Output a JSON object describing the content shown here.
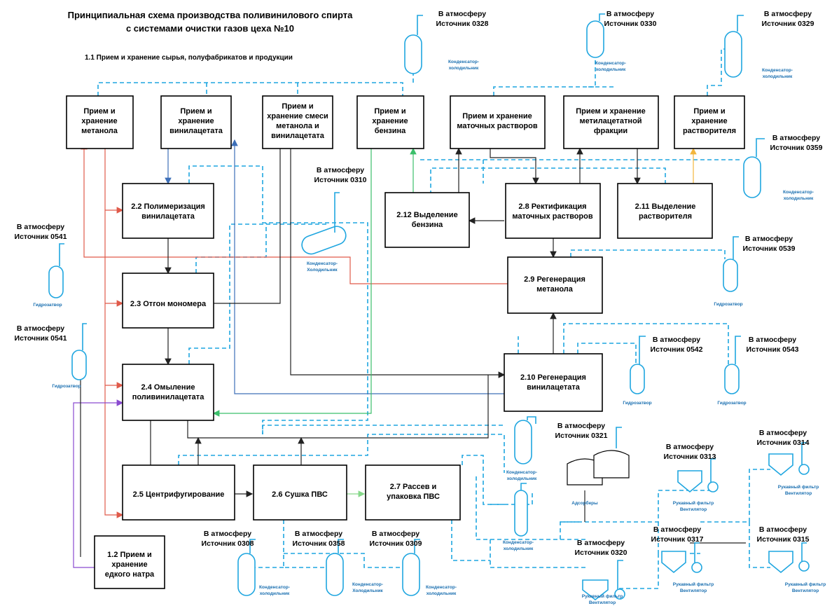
{
  "title": {
    "line1": "Принципиальная схема производства поливинилового спирта",
    "line2": "с системами очистки газов цеха №10"
  },
  "subtitle": "1.1 Прием и хранение сырья, полуфабрикатов и продукции",
  "boxes": {
    "methanol": [
      "Прием и",
      "хранение",
      "метанола"
    ],
    "vinylacetate": [
      "Прием и",
      "хранение",
      "винилацетата"
    ],
    "mixture": [
      "Прием и",
      "хранение смеси",
      "метанола и",
      "винилацетата"
    ],
    "benzine": [
      "Прием и",
      "хранение",
      "бензина"
    ],
    "mother": [
      "Прием и хранение",
      "маточных растворов"
    ],
    "methylacetate": [
      "Прием и хранение",
      "метилацетатной",
      "фракции"
    ],
    "solvent": [
      "Прием и",
      "хранение",
      "растворителя"
    ],
    "b22": [
      "2.2 Полимеризация",
      "винилацетата"
    ],
    "b23": [
      "2.3 Отгон мономера"
    ],
    "b24": [
      "2.4 Омыление",
      "поливинилацетата"
    ],
    "b25": [
      "2.5 Центрифугирование"
    ],
    "b26": [
      "2.6 Сушка ПВС"
    ],
    "b27": [
      "2.7 Рассев и",
      "упаковка ПВС"
    ],
    "b12": [
      "1.2 Прием и",
      "хранение",
      "едкого натра"
    ],
    "b212": [
      "2.12 Выделение",
      "бензина"
    ],
    "b28": [
      "2.8 Ректификация",
      "маточных растворов"
    ],
    "b211": [
      "2.11 Выделение",
      "растворителя"
    ],
    "b29": [
      "2.9 Регенерация",
      "метанола"
    ],
    "b210": [
      "2.10 Регенерация",
      "винилацетата"
    ]
  },
  "sources": {
    "s0328": [
      "В атмосферу",
      "Источник 0328"
    ],
    "s0330": [
      "В атмосферу",
      "Источник 0330"
    ],
    "s0329": [
      "В атмосферу",
      "Источник 0329"
    ],
    "s0359": [
      "В атмосферу",
      "Источник 0359"
    ],
    "s0310": [
      "В атмосферу",
      "Источник 0310"
    ],
    "s0541a": [
      "В атмосферу",
      "Источник 0541"
    ],
    "s0541b": [
      "В атмосферу",
      "Источник 0541"
    ],
    "s0539": [
      "В атмосферу",
      "Источник 0539"
    ],
    "s0542": [
      "В атмосферу",
      "Источник 0542"
    ],
    "s0543": [
      "В атмосферу",
      "Источник 0543"
    ],
    "s0321": [
      "В атмосферу",
      "Источник 0321"
    ],
    "s0313": [
      "В атмосферу",
      "Источник 0313"
    ],
    "s0314": [
      "В атмосферу",
      "Источник 0314"
    ],
    "s0308": [
      "В атмосферу",
      "Источник 0308"
    ],
    "s0358": [
      "В атмосферу",
      "Источник 0358"
    ],
    "s0309": [
      "В атмосферу",
      "Источник 0309"
    ],
    "s0320": [
      "В атмосферу",
      "Источник 0320"
    ],
    "s0317": [
      "В атмосферу",
      "Источник 0317"
    ],
    "s0315": [
      "В атмосферу",
      "Источник 0315"
    ]
  },
  "equipment": {
    "cond_0328": [
      "Конденсатор-",
      "холодильник"
    ],
    "cond_0330": [
      "Конденсатор-",
      "холодильник"
    ],
    "cond_0329": [
      "Конденсатор-",
      "холодильник"
    ],
    "cond_0359": [
      "Конденсатор-",
      "холодильник"
    ],
    "cond_0310": [
      "Конденсатор-",
      "Холодильник"
    ],
    "hydro_a": [
      "Гидрозатвор"
    ],
    "hydro_b": [
      "Гидрозатвор"
    ],
    "hydro_0539": [
      "Гидрозатвор"
    ],
    "hydro_0542": [
      "Гидрозатвор"
    ],
    "hydro_0543": [
      "Гидрозатвор"
    ],
    "cond_0321": [
      "Конденсатор-",
      "холодильник"
    ],
    "cond_mid": [
      "Конденсатор-",
      "холодильник"
    ],
    "adsorbers": [
      "Адсорберы"
    ],
    "filter_0313": [
      "Рукавный фильтр",
      "Вентилятор"
    ],
    "filter_0314": [
      "Рукавный фильтр",
      "Вентилятор"
    ],
    "filter_0320": [
      "Рукавный фильтр",
      "Вентилятор"
    ],
    "filter_0317": [
      "Рукавный фильтр",
      "Вентилятор"
    ],
    "filter_0315": [
      "Рукавный фильтр",
      "Вентилятор"
    ],
    "cond_0308": [
      "Конденсатор-",
      "холодильник"
    ],
    "cond_0358": [
      "Конденсатор-",
      "Холодильник"
    ],
    "cond_0309": [
      "Конденсатор-",
      "холодильник"
    ]
  },
  "colors": {
    "gas_line": "#1fa6e0",
    "process_line": "#222222",
    "methanol_line": "#e05a4a",
    "vinylacetate_line": "#3d6fb8",
    "benzine_line": "#3bbf6a",
    "naoh_line": "#8a4ad0",
    "solvent_line": "#f2b53c"
  }
}
